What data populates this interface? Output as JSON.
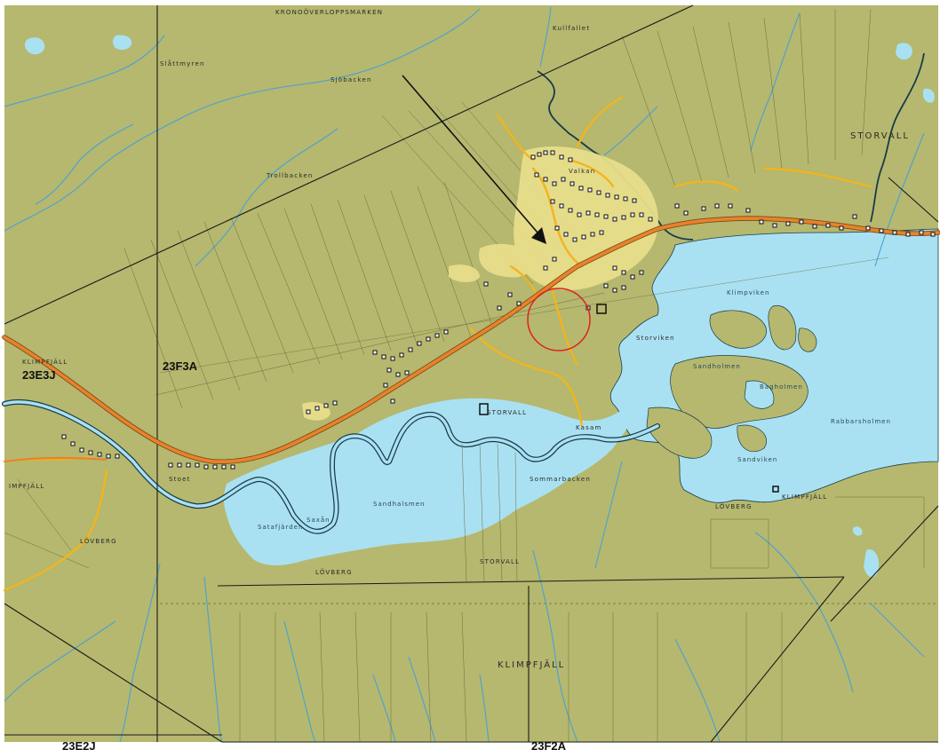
{
  "colors": {
    "land": "#b5b86e",
    "water": "#a9e1f2",
    "river": "#4aa0d6",
    "road_main": "#e8822b",
    "road_minor": "#f3b41e",
    "settlement": "#e8dd8a",
    "grid_line": "#1a1a1a",
    "parcel_line": "#6b6e40",
    "marker_circle": "#e02020"
  },
  "map_sheets": {
    "sheet_1": "23E3J",
    "sheet_2": "23F3A",
    "sheet_3": "23E2J",
    "sheet_4": "23F2A"
  },
  "place_names": {
    "top_area": "KRONOÖVERLOPPSMARKEN",
    "storvall_ne": "STORVALL",
    "klimpfjall_south": "KLIMPFJÄLL",
    "klimpfjall_west": "KLIMPFJÄLL",
    "impfjall_sw": "IMPFJÄLL",
    "lovberg_1": "LÖVBERG",
    "lovberg_2": "LÖVBERG",
    "lovberg_3": "LÖVBERG",
    "storvall_lake": "STORVALL",
    "storvall_s": "STORVALL",
    "klimpfjall_lake": "KLIMPFJÄLL",
    "sjobacken": "Sjöbacken",
    "slattmyren": "Slåttmyren",
    "kullfallet": "Kullfallet",
    "kolaviken": "Klimpviken",
    "bagholmen": "Bagholmen",
    "rabbarsholmen": "Rabbarsholmen",
    "sandholmen": "Sandholmen",
    "sandviken": "Sandviken",
    "saxan": "Saxån",
    "satafjarden": "Satafjärden",
    "sandhalsmen": "Sandhalsmen",
    "sommarbacken": "Sommarbacken",
    "trollbacken": "Trollbacken",
    "stoet": "Stoet",
    "valkan": "Valkan",
    "kasam": "Kasam",
    "storviken": "Storviken"
  },
  "annotations": {
    "arrow": "pointer-arrow",
    "circle": "highlight-circle"
  }
}
